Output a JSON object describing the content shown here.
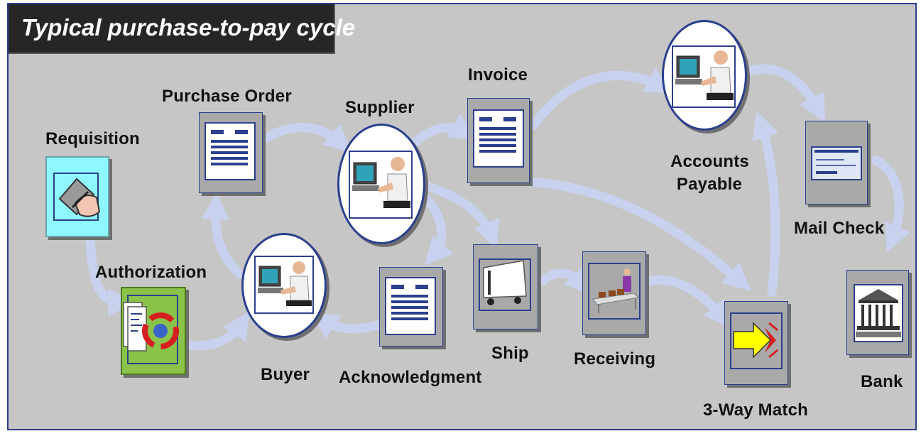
{
  "title": "Typical purchase-to-pay cycle",
  "nodes": {
    "requisition": "Requisition",
    "authorization": "Authorization",
    "purchase_order": "Purchase Order",
    "buyer": "Buyer",
    "supplier": "Supplier",
    "acknowledgment": "Acknowledgment",
    "invoice": "Invoice",
    "ship": "Ship",
    "receiving": "Receiving",
    "accounts_payable_line1": "Accounts",
    "accounts_payable_line2": "Payable",
    "three_way_match": "3-Way Match",
    "mail_check": "Mail Check",
    "bank": "Bank"
  },
  "colors": {
    "background": "#c6c6c6",
    "title_bar": "#262626",
    "frame_border": "#2b3f8f",
    "flow_arrow": "#c8d2ee",
    "requisition_fill": "#8ff7ff",
    "authorization_fill": "#8bc34a",
    "match_arrow": "#ffff00"
  }
}
